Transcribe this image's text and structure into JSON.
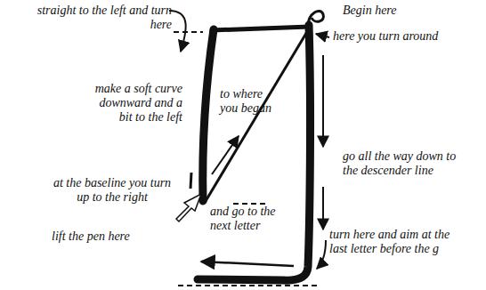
{
  "diagram": {
    "labels": [
      "straight to the left and turn here",
      "Begin here",
      "here you turn around",
      "make a soft curve downward and a bit to the left",
      "to where you began",
      "go all the way down to the descender line",
      "at the baseline you turn up to the right",
      "and go to the next letter",
      "lift the pen here",
      "turn here and aim at the last letter before the g"
    ]
  }
}
